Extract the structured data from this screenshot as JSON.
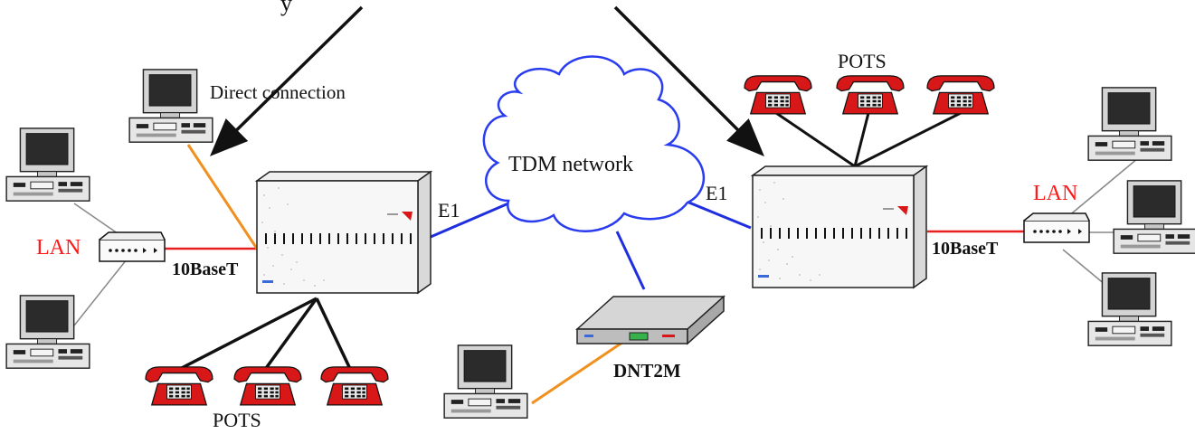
{
  "header_fragment": "y",
  "labels": {
    "direct_connection": "Direct connection",
    "lan_left": "LAN",
    "lan_right": "LAN",
    "tenbaset_left": "10BaseT",
    "tenbaset_right": "10BaseT",
    "e1_left": "E1",
    "e1_right": "E1",
    "tdm_network": "TDM network",
    "pots_top": "POTS",
    "pots_bottom": "POTS",
    "dnt2m": "DNT2M"
  },
  "colors": {
    "lan_text": "#ff1a1a",
    "e1_link": "#1f2fe0",
    "ethernet_link": "#e82020",
    "serial_link": "#f0901e",
    "phone_red": "#d81818",
    "cloud_stroke": "#2a3cf0"
  },
  "icons": {
    "computer": "computer-icon",
    "telephone": "telephone-icon",
    "hub": "lan-hub-icon",
    "mux": "multiplexer-icon",
    "modem": "dnt2m-modem-icon",
    "cloud": "cloud-icon"
  }
}
